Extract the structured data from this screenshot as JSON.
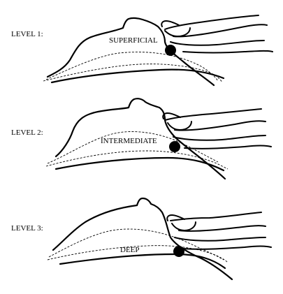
{
  "panels": [
    {
      "level_label": "LEVEL 1:",
      "depth_label": "SUPERFICIAL"
    },
    {
      "level_label": "LEVEL 2:",
      "depth_label": "INTERMEDIATE"
    },
    {
      "level_label": "LEVEL 3:",
      "depth_label": "DEEP"
    }
  ]
}
